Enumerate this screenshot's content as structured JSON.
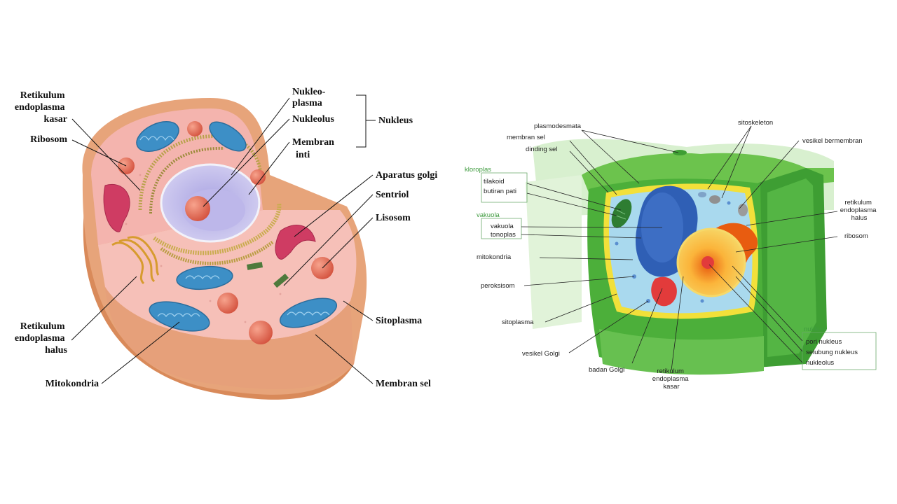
{
  "animal_cell": {
    "labels": {
      "retikulum_kasar": [
        "Retikulum",
        "endoplasma",
        "kasar"
      ],
      "ribosom": "Ribosom",
      "retikulum_halus": [
        "Retikulum",
        "endoplasma",
        "halus"
      ],
      "mitokondria": "Mitokondria",
      "nukleoplasma": [
        "Nukleo-",
        "plasma"
      ],
      "nukleolus": "Nukleolus",
      "membran_inti": [
        "Membran",
        "inti"
      ],
      "nukleus": "Nukleus",
      "aparatus_golgi": "Aparatus golgi",
      "sentriol": "Sentriol",
      "lisosom": "Lisosom",
      "sitoplasma": "Sitoplasma",
      "membran_sel": "Membran sel"
    },
    "colors": {
      "membrane": "#e0a577",
      "cytoplasm": "#f4b9b4",
      "nucleus": "#c7c3ec",
      "mito": "#3d8fc6",
      "golgi": "#cf3c63"
    }
  },
  "plant_cell": {
    "labels": {
      "plasmodesmata": "plasmodesmata",
      "membran_sel": "membran sel",
      "dinding_sel": "dinding sel",
      "kloroplas": "kloroplas",
      "tilakoid": "tilakoid",
      "butiran_pati": "butiran pati",
      "vakuola_group": "vakuola",
      "vakuola": "vakuola",
      "tonoplas": "tonoplas",
      "mitokondria": "mitokondria",
      "peroksisom": "peroksisom",
      "sitoplasma": "sitoplasma",
      "vesikel_golgi": "vesikel Golgi",
      "badan_golgi": "badan Golgi",
      "retikulum_kasar": [
        "retikulum",
        "endoplasma",
        "kasar"
      ],
      "sitoskeleton": "sitoskeleton",
      "vesikel_bermembran": "vesikel bermembran",
      "retikulum_halus": [
        "retikulum",
        "endoplasma",
        "halus"
      ],
      "ribosom": "ribosom",
      "nukleus_group": "nukleus",
      "pori_nukleus": "pori nukleus",
      "selubung_nukleus": "selubung nukleus",
      "nukleolus": "nukleolus"
    },
    "colors": {
      "wall": "#4caf3a",
      "membrane": "#f2e03a",
      "vacuole": "#2f5fb5",
      "cytoplasm": "#a9d9ee",
      "nucleus": "#f5a21c",
      "accent": "#3f9b3f"
    }
  }
}
